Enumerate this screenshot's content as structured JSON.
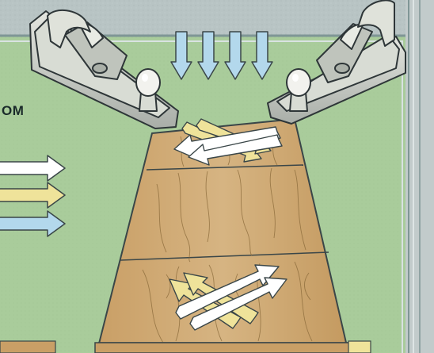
{
  "diagram": {
    "side_label_fragment": "OM",
    "colors": {
      "background_outer": "#b8c4c4",
      "panel_green": "#a9cc9b",
      "panel_border": "#8fa6a6",
      "wood_light": "#d2b07c",
      "wood_mid": "#c29a62",
      "grain": "#8a6a3a",
      "arrow_white": "#ffffff",
      "arrow_yellow": "#efe39a",
      "arrow_blue": "#b3d8ec",
      "outline": "#3a4648",
      "plane_body": "#c8ccc6",
      "knob": "#f2f2ee"
    },
    "legend_arrows": [
      {
        "name": "white-arrow",
        "color": "arrow_white"
      },
      {
        "name": "yellow-arrow",
        "color": "arrow_yellow"
      },
      {
        "name": "blue-arrow",
        "color": "arrow_blue"
      }
    ],
    "pressure_arrow_count": 4,
    "planes": [
      {
        "name": "left-hand-plane",
        "side": "left"
      },
      {
        "name": "right-hand-plane",
        "side": "right"
      }
    ],
    "crossed_arrow_groups": [
      {
        "name": "top-crossed-arrows",
        "colors": [
          "arrow_yellow",
          "arrow_white"
        ]
      },
      {
        "name": "bottom-crossed-arrows",
        "colors": [
          "arrow_yellow",
          "arrow_white"
        ]
      }
    ]
  }
}
